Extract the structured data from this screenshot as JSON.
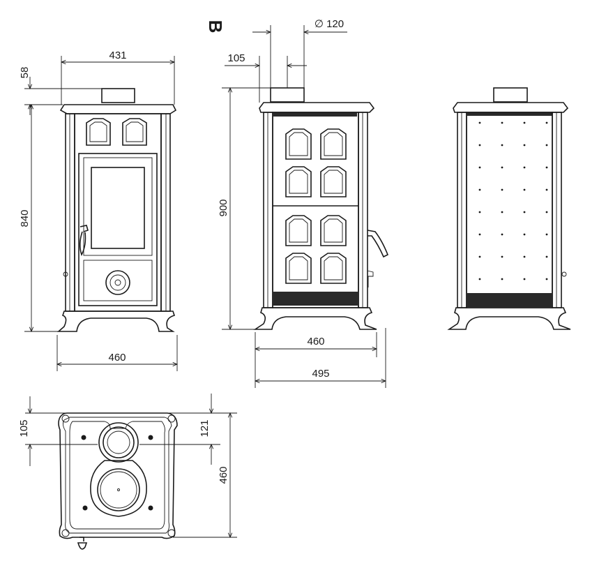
{
  "view_label": "B",
  "dimensions": {
    "front_top_width": "431",
    "front_flue_height": "58",
    "front_height": "840",
    "front_base_width": "460",
    "side_flue_diameter": "∅ 120",
    "side_flue_offset": "105",
    "side_height": "900",
    "side_base_width": "460",
    "side_overall_depth": "495",
    "top_flue_offset": "105",
    "top_flue_offset_right": "121",
    "top_depth": "460"
  }
}
